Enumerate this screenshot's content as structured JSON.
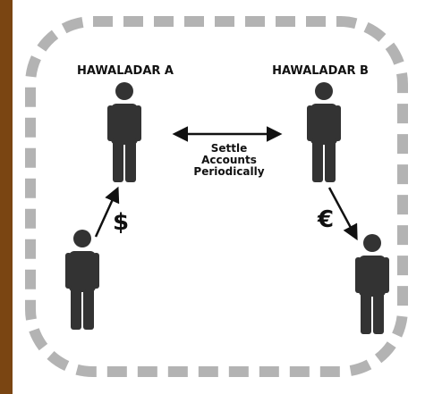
{
  "diagram": {
    "hawaladar_a": "HAWALADAR A",
    "hawaladar_b": "HAWALADAR B",
    "settle_line1": "Settle",
    "settle_line2": "Accounts",
    "settle_line3": "Periodically",
    "currency_left": "$",
    "currency_right": "€"
  },
  "colors": {
    "border_dash": "#b3b3b3",
    "figure": "#333333",
    "background_wood": "#8a4f14"
  }
}
